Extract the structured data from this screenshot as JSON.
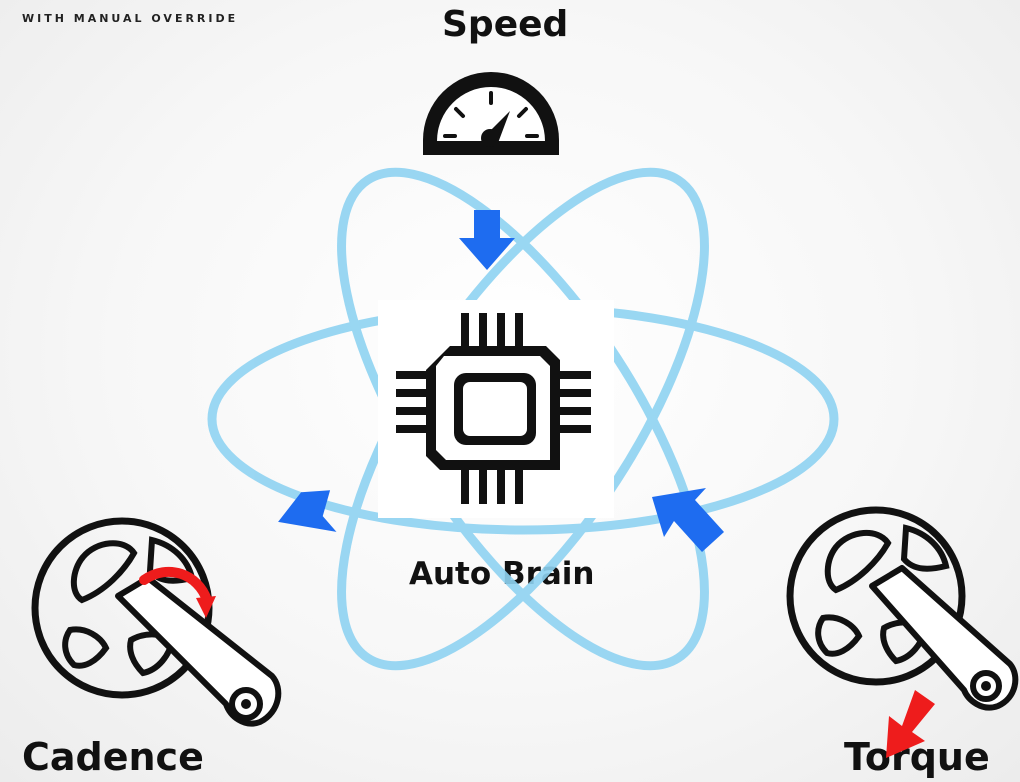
{
  "caption": "WITH MANUAL OVERRIDE",
  "labels": {
    "speed": "Speed",
    "center": "Auto Brain",
    "cadence": "Cadence",
    "torque": "Torque"
  },
  "colors": {
    "orbit": "#8fd3f2",
    "arrow_blue": "#1e6cf0",
    "arrow_red": "#ee1c1c",
    "ink": "#111111"
  },
  "icons": {
    "top": "speedometer-icon",
    "center": "microchip-icon",
    "left": "crankset-icon",
    "right": "crankset-icon"
  }
}
